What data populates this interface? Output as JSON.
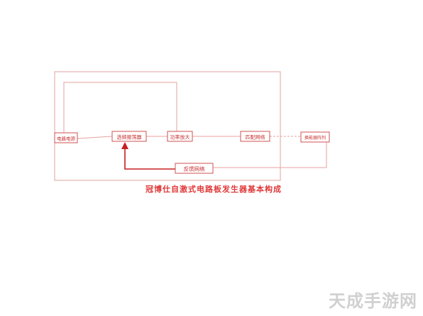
{
  "diagram": {
    "caption": "冠博仕自激式电路板发生器基本构成",
    "blocks": {
      "power": "电路电源",
      "oscillator": "选频振荡器",
      "amplifier": "功率放大",
      "matching": "匹配网络",
      "transducer": "换能器阵列",
      "feedback": "反馈网络"
    },
    "colors": {
      "line": "#e8a0a0",
      "border": "#d25050",
      "arrow": "#c82020",
      "text": "#c83030"
    }
  },
  "watermark": "天成手游网"
}
